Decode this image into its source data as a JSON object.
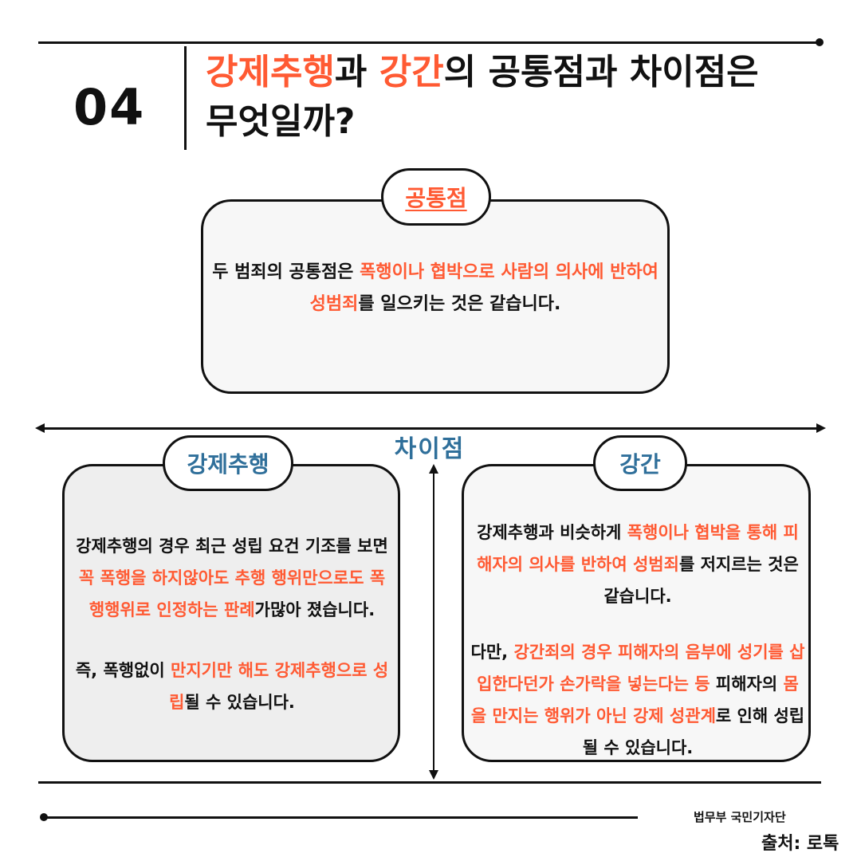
{
  "header": {
    "number": "04",
    "title_part1": "강제추행",
    "title_part2": "과 ",
    "title_part3": "강간",
    "title_part4": "의 공통점과 차이점은",
    "title_line2": "무엇일까?"
  },
  "common": {
    "label": "공통점",
    "text_a": "두 범죄의 공통점은 ",
    "text_b": "폭행이나 협박으로 사람의 의사에 반하여 성범죄",
    "text_c": "를 일으키는 것은 같습니다."
  },
  "difference": {
    "label": "차이점"
  },
  "indecent": {
    "label": "강제추행",
    "p1_a": "강제추행의 경우 최근 성립 요건 기조를 보면 ",
    "p1_b": "꼭 폭행을 하지않아도 추행 행위만으로도 폭행행위로 인정하는 판례",
    "p1_c": "가많아 졌습니다.",
    "p2_a": "즉, 폭행없이 ",
    "p2_b": "만지기만 해도 강제추행으로 성립",
    "p2_c": "될 수 있습니다."
  },
  "rape": {
    "label": "강간",
    "p1_a": "강제추행과 비슷하게 ",
    "p1_b": "폭행이나 협박을 통해 피해자의 의사를 반하여 성범죄",
    "p1_c": "를 저지르는 것은 같습니다.",
    "p2_a": "다만, ",
    "p2_b": "강간죄의 경우 피해자의 음부에 성기를 삽입한다던가 손가락을 넣는다는 등",
    "p2_c": " 피해자의 ",
    "p2_d": "몸을 만지는 행위가 아닌 강제 성관계",
    "p2_e": "로 인해 성립될 수 있습니다."
  },
  "footer": {
    "org": "법무부 국민기자단",
    "source": "출처: 로톡"
  },
  "colors": {
    "accent": "#ff5a33",
    "blue": "#2f6f9a",
    "box_gray": "#eeeeee",
    "box_light": "#f7f7f7"
  }
}
